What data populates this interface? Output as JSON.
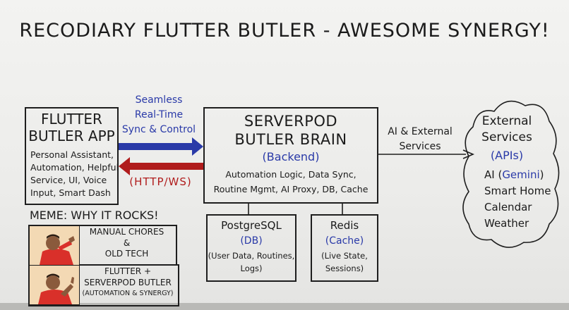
{
  "title": "RECODIARY FLUTTER BUTLER - AWESOME SYNERGY!",
  "app_box": {
    "title_line1": "FLUTTER",
    "title_line2": "BUTLER APP",
    "desc": [
      "Personal Assistant,",
      "Automation, Helpful",
      "Service, UI, Voice",
      "Input, Smart Dash"
    ]
  },
  "sync_label": [
    "Seamless",
    "Real-Time",
    "Sync & Control"
  ],
  "protocol_label": "(HTTP/WS)",
  "server_box": {
    "title_line1": "SERVERPOD",
    "title_line2": "BUTLER BRAIN",
    "subtitle": "(Backend)",
    "desc": [
      "Automation Logic, Data Sync,",
      "Routine Mgmt, AI Proxy, DB, Cache"
    ]
  },
  "ai_label": [
    "AI & External",
    "Services"
  ],
  "external": {
    "title": [
      "External",
      "Services"
    ],
    "subtitle": "(APIs)",
    "items_prefix": "AI (",
    "items_gemini": "Gemini",
    "items_suffix": ")",
    "items": [
      "Smart Home",
      "Calendar",
      "Weather"
    ]
  },
  "postgres": {
    "title": "PostgreSQL",
    "subtitle": "(DB)",
    "desc": [
      "(User Data, Routines,",
      "Logs)"
    ]
  },
  "redis": {
    "title": "Redis",
    "subtitle": "(Cache)",
    "desc": [
      "(Live State,",
      "Sessions)"
    ]
  },
  "meme": {
    "heading": "MEME: WHY IT ROCKS!",
    "top_text": [
      "MANUAL CHORES",
      "&",
      "OLD TECH"
    ],
    "bottom_text": [
      "FLUTTER +",
      "SERVERPOD BUTLER",
      "(AUTOMATION & SYNERGY)"
    ]
  },
  "colors": {
    "blue": "#2a3aa8",
    "red": "#b01c1c",
    "ink": "#1b1b1b"
  }
}
